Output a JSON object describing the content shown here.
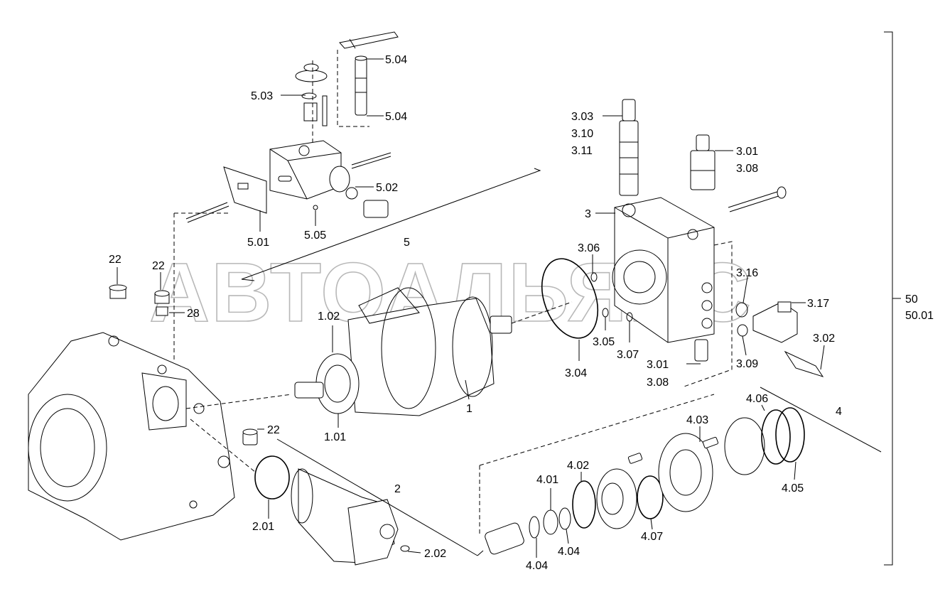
{
  "watermark": "АВТОАЛЬЯНС",
  "callouts": {
    "c_5_04a": "5.04",
    "c_5_03": "5.03",
    "c_5_04b": "5.04",
    "c_5_02": "5.02",
    "c_5_01": "5.01",
    "c_5_05": "5.05",
    "c_5": "5",
    "c_3_03": "3.03",
    "c_3_10": "3.10",
    "c_3_11": "3.11",
    "c_3_01a": "3.01",
    "c_3_08a": "3.08",
    "c_3": "3",
    "c_3_06": "3.06",
    "c_3_16": "3.16",
    "c_3_17": "3.17",
    "c_3_05": "3.05",
    "c_3_07": "3.07",
    "c_3_04": "3.04",
    "c_3_02": "3.02",
    "c_3_09": "3.09",
    "c_3_01b": "3.01",
    "c_3_08b": "3.08",
    "c_22a": "22",
    "c_22b": "22",
    "c_28": "28",
    "c_22c": "22",
    "c_1_02": "1.02",
    "c_1_01": "1.01",
    "c_1": "1",
    "c_2": "2",
    "c_2_01": "2.01",
    "c_2_02": "2.02",
    "c_4": "4",
    "c_4_01": "4.01",
    "c_4_02": "4.02",
    "c_4_03": "4.03",
    "c_4_04a": "4.04",
    "c_4_04b": "4.04",
    "c_4_05": "4.05",
    "c_4_06": "4.06",
    "c_4_07": "4.07",
    "c_50": "50",
    "c_50_01": "50.01"
  }
}
